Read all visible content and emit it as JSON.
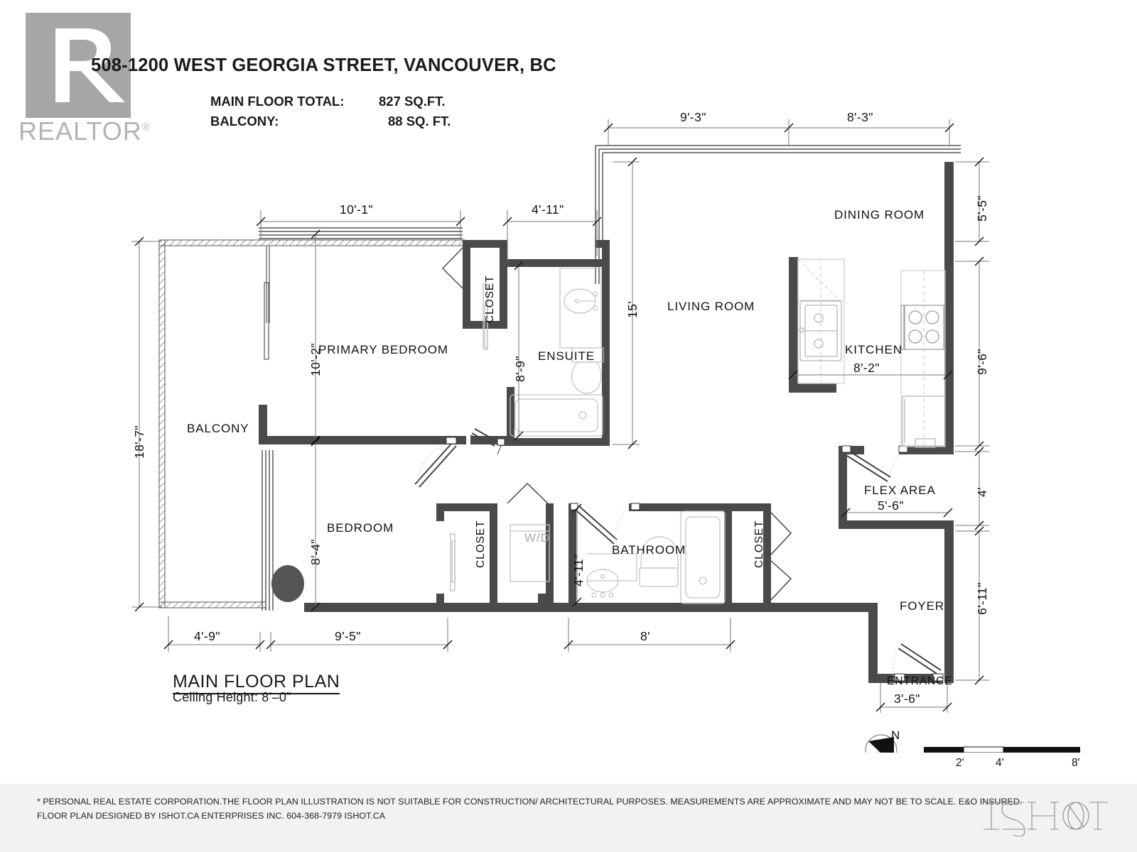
{
  "header": {
    "logo_alt": "REALTOR",
    "logo_word": "REALTOR",
    "address": "508-1200 WEST GEORGIA STREET, VANCOUVER, BC",
    "summary": [
      {
        "label": "MAIN FLOOR TOTAL:",
        "value": "827 SQ.FT."
      },
      {
        "label": "BALCONY:",
        "value": "88 SQ. FT."
      }
    ]
  },
  "plan": {
    "title": "MAIN FLOOR PLAN",
    "subtitle": "Ceiling Height: 8’–0”",
    "rooms": [
      {
        "name": "BALCONY"
      },
      {
        "name": "PRIMARY BEDROOM"
      },
      {
        "name": "BEDROOM"
      },
      {
        "name": "CLOSET"
      },
      {
        "name": "CLOSET"
      },
      {
        "name": "CLOSET"
      },
      {
        "name": "ENSUITE"
      },
      {
        "name": "BATHROOM"
      },
      {
        "name": "W/D"
      },
      {
        "name": "LIVING ROOM"
      },
      {
        "name": "DINING ROOM"
      },
      {
        "name": "KITCHEN"
      },
      {
        "name": "FLEX AREA"
      },
      {
        "name": "FOYER"
      },
      {
        "name": "ENTRANCE"
      }
    ],
    "dimensions": {
      "top_primary": "10'-1\"",
      "top_ensuite": "4'-11\"",
      "top_living": "9'-3\"",
      "top_dining": "8'-3\"",
      "left_overall": "18'-7\"",
      "primary_depth": "10'-2\"",
      "bedroom_depth": "8'-4\"",
      "ensuite_width": "8'-9\"",
      "living_depth": "15'",
      "kitchen_width": "8'-2\"",
      "flex_width": "5'-6\"",
      "bath_width": "4'-11\"",
      "bottom_balcony": "4'-9\"",
      "bottom_bedroom": "9'-5\"",
      "bottom_bath": "8'",
      "entrance_width": "3'-6\"",
      "right_top": "5'-5\"",
      "right_kitchen": "9'-6\"",
      "right_flex": "4'",
      "right_foyer": "6'-11\""
    }
  },
  "compass": {
    "north_label": "N"
  },
  "scale_bar": {
    "ticks": [
      "2'",
      "4'",
      "8'"
    ]
  },
  "footer": {
    "line1": "* PERSONAL REAL ESTATE CORPORATION.THE FLOOR PLAN ILLUSTRATION IS NOT SUITABLE FOR CONSTRUCTION/ ARCHITECTURAL PURPOSES. MEASUREMENTS ARE APPROXIMATE AND MAY NOT BE TO SCALE. E&O INSURED.",
    "line2": "FLOOR PLAN DESIGNED BY ISHOT.CA ENTERPRISES INC. 604-368-7979  ISHOT.CA",
    "brand": "ISHOT"
  },
  "colors": {
    "wall": "#4a4a4a",
    "fixture_line": "#b8b8b8",
    "logo_gray": "#a6a6a6",
    "footer_bg": "#f2f2f2"
  }
}
